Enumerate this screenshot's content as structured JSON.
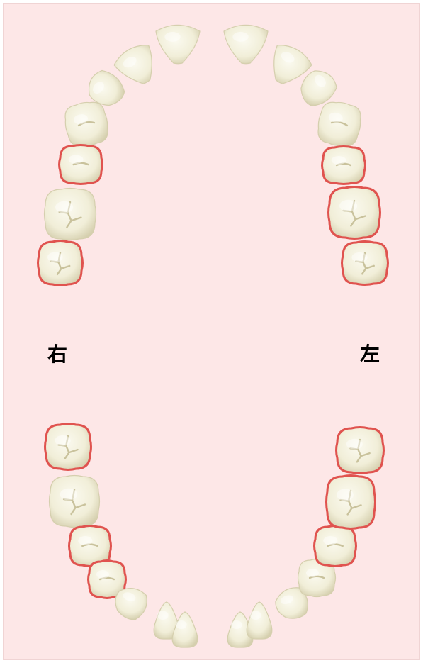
{
  "labels": {
    "right": "右",
    "left": "左"
  },
  "colors": {
    "background": "#fde7e7",
    "tooth_fill": "#f1eed8",
    "tooth_shadow": "#d5cfae",
    "tooth_highlight": "#fbfaf0",
    "marked_outline": "#e0534f"
  },
  "teeth": [
    {
      "id": "upper-right-1",
      "type": "incisor",
      "marked": false
    },
    {
      "id": "upper-right-2",
      "type": "incisor",
      "marked": false
    },
    {
      "id": "upper-right-3",
      "type": "canine",
      "marked": false
    },
    {
      "id": "upper-right-4",
      "type": "premolar",
      "marked": false
    },
    {
      "id": "upper-right-5",
      "type": "premolar",
      "marked": true
    },
    {
      "id": "upper-right-6",
      "type": "molar",
      "marked": false
    },
    {
      "id": "upper-right-7",
      "type": "molar",
      "marked": true
    },
    {
      "id": "upper-left-1",
      "type": "incisor",
      "marked": false
    },
    {
      "id": "upper-left-2",
      "type": "incisor",
      "marked": false
    },
    {
      "id": "upper-left-3",
      "type": "canine",
      "marked": false
    },
    {
      "id": "upper-left-4",
      "type": "premolar",
      "marked": false
    },
    {
      "id": "upper-left-5",
      "type": "premolar",
      "marked": true
    },
    {
      "id": "upper-left-6",
      "type": "molar",
      "marked": true
    },
    {
      "id": "upper-left-7",
      "type": "molar",
      "marked": true
    },
    {
      "id": "lower-right-7",
      "type": "molar",
      "marked": true
    },
    {
      "id": "lower-right-6",
      "type": "molar",
      "marked": false
    },
    {
      "id": "lower-right-5",
      "type": "premolar",
      "marked": true
    },
    {
      "id": "lower-right-4",
      "type": "premolar",
      "marked": true
    },
    {
      "id": "lower-right-3",
      "type": "canine",
      "marked": false
    },
    {
      "id": "lower-right-2",
      "type": "incisor",
      "marked": false
    },
    {
      "id": "lower-right-1",
      "type": "incisor",
      "marked": false
    },
    {
      "id": "lower-left-1",
      "type": "incisor",
      "marked": false
    },
    {
      "id": "lower-left-2",
      "type": "incisor",
      "marked": false
    },
    {
      "id": "lower-left-3",
      "type": "canine",
      "marked": false
    },
    {
      "id": "lower-left-4",
      "type": "premolar",
      "marked": false
    },
    {
      "id": "lower-left-5",
      "type": "premolar",
      "marked": true
    },
    {
      "id": "lower-left-6",
      "type": "molar",
      "marked": true
    },
    {
      "id": "lower-left-7",
      "type": "molar",
      "marked": true
    }
  ]
}
